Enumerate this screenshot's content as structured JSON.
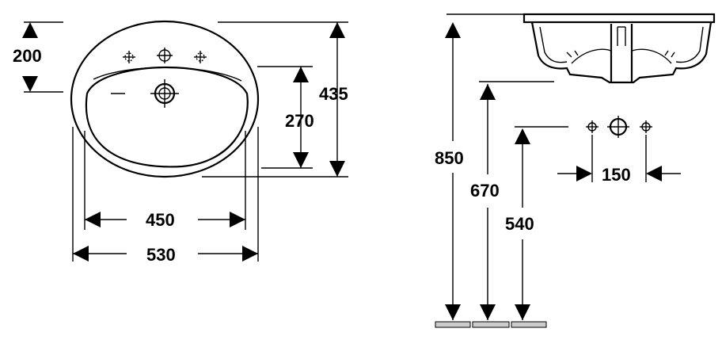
{
  "dimensions": {
    "top_view": {
      "height_200": "200",
      "height_270": "270",
      "height_435": "435",
      "width_450": "450",
      "width_530": "530"
    },
    "side_view": {
      "height_850": "850",
      "height_670": "670",
      "height_540": "540",
      "spacing_150": "150"
    }
  },
  "colors": {
    "line": "#000000",
    "background": "#ffffff",
    "floor": "#cccccc"
  }
}
